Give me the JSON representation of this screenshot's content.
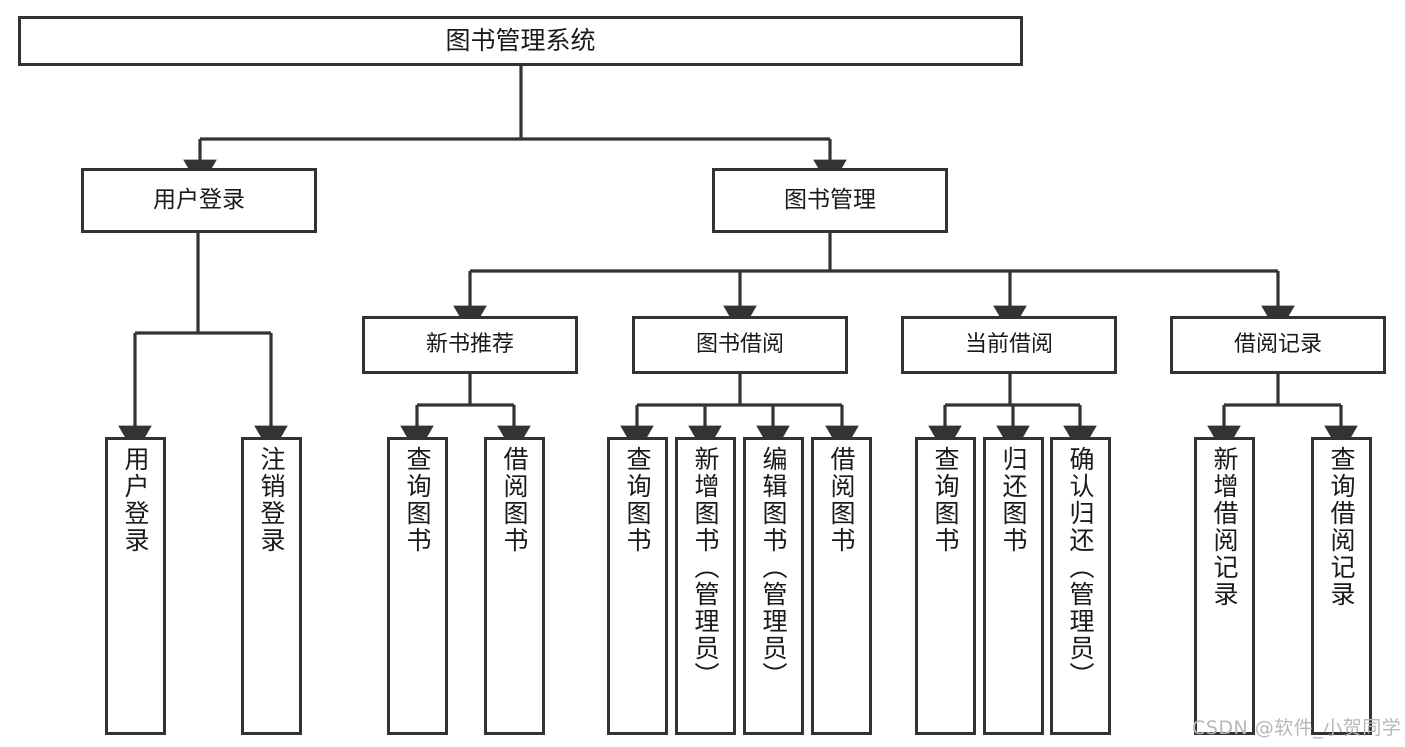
{
  "diagram": {
    "type": "tree-hierarchy",
    "title": "图书管理系统",
    "watermark": "CSDN @软件_小贺同学",
    "colors": {
      "box_border": "#333333",
      "box_fill": "#ffffff",
      "edge": "#333333",
      "text": "#1a1a1a",
      "watermark": "#b8b8b8"
    },
    "nodes": {
      "root": {
        "label": "图书管理系统"
      },
      "level1": [
        {
          "label": "用户登录"
        },
        {
          "label": "图书管理"
        }
      ],
      "level2": [
        {
          "label": "新书推荐"
        },
        {
          "label": "图书借阅"
        },
        {
          "label": "当前借阅"
        },
        {
          "label": "借阅记录"
        }
      ],
      "leaves_user_login": [
        {
          "label": "用户登录"
        },
        {
          "label": "注销登录"
        }
      ],
      "leaves_new_book": [
        {
          "label": "查询图书"
        },
        {
          "label": "借阅图书"
        }
      ],
      "leaves_borrow": [
        {
          "label": "查询图书"
        },
        {
          "label": "新增图书（管理员）"
        },
        {
          "label": "编辑图书（管理员）"
        },
        {
          "label": "借阅图书"
        }
      ],
      "leaves_current": [
        {
          "label": "查询图书"
        },
        {
          "label": "归还图书"
        },
        {
          "label": "确认归还（管理员）"
        }
      ],
      "leaves_record": [
        {
          "label": "新增借阅记录"
        },
        {
          "label": "查询借阅记录"
        }
      ]
    }
  }
}
